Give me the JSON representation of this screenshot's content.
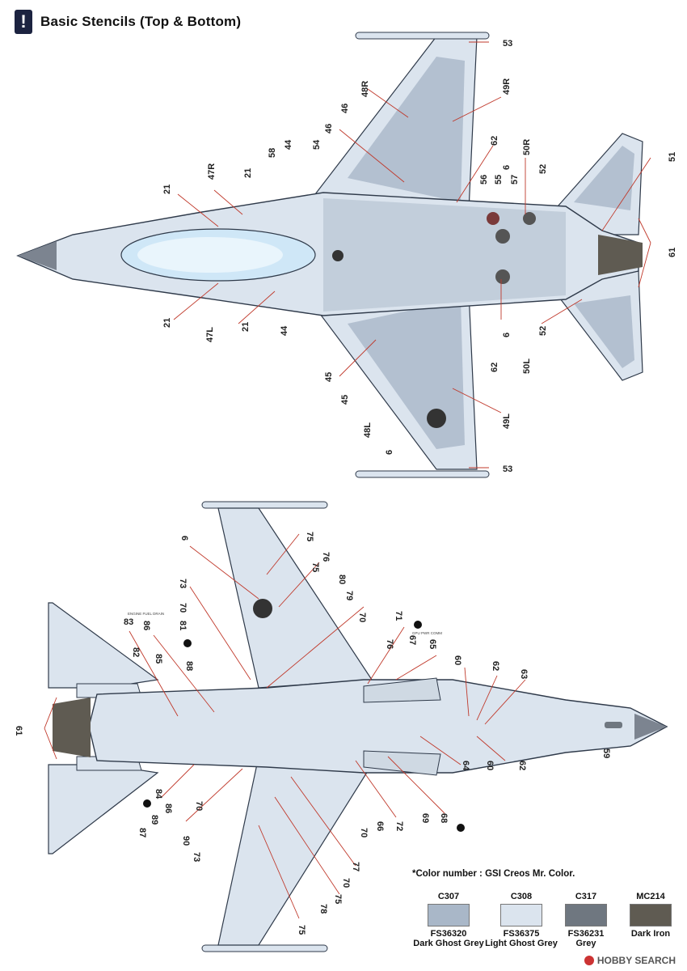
{
  "header": {
    "icon": "exclamation-icon",
    "symbol": "!",
    "title": "Basic Stencils (Top & Bottom)"
  },
  "colors": {
    "dark_ghost_grey": "#a9b7c8",
    "light_ghost_grey": "#dbe4ee",
    "grey": "#6f7780",
    "dark_iron": "#5f5b52",
    "canopy": "#cfe7f7",
    "radome": "#7c8490",
    "leader": "#c0392b",
    "outline": "#2f3a4a"
  },
  "top_labels": [
    "53",
    "48R",
    "49R",
    "46",
    "46",
    "62",
    "50R",
    "44",
    "54",
    "58",
    "56",
    "55",
    "6",
    "57",
    "52",
    "51",
    "21",
    "47R",
    "21",
    "61",
    "21",
    "47L",
    "21",
    "44",
    "6",
    "52",
    "50L",
    "45",
    "45",
    "62",
    "48L",
    "6",
    "49L",
    "53"
  ],
  "bottom_labels": [
    "75",
    "6",
    "76",
    "75",
    "80",
    "73",
    "70",
    "79",
    "81",
    "83",
    "86",
    "70",
    "71",
    "76",
    "67",
    "65",
    "82",
    "85",
    "88",
    "60",
    "62",
    "63",
    "61",
    "84",
    "86",
    "89",
    "87",
    "70",
    "90",
    "73",
    "66",
    "72",
    "69",
    "68",
    "64",
    "60",
    "62",
    "59",
    "77",
    "70",
    "70",
    "75",
    "78",
    "75"
  ],
  "bottom_small_text": {
    "engine_fuel": "ENGINE FUEL DRAIN",
    "ops": "GPU PWR COMM"
  },
  "note": "*Color number : GSI Creos Mr. Color.",
  "chips": [
    {
      "code": "C307",
      "fs": "FS36320",
      "name": "Dark Ghost Grey",
      "color": "#a9b7c8"
    },
    {
      "code": "C308",
      "fs": "FS36375",
      "name": "Light Ghost Grey",
      "color": "#dbe4ee"
    },
    {
      "code": "C317",
      "fs": "FS36231",
      "name": "Grey",
      "color": "#6f7780"
    },
    {
      "code": "MC214",
      "fs": "",
      "name": "Dark Iron",
      "color": "#5f5b52"
    }
  ],
  "watermark": "HOBBY SEARCH"
}
